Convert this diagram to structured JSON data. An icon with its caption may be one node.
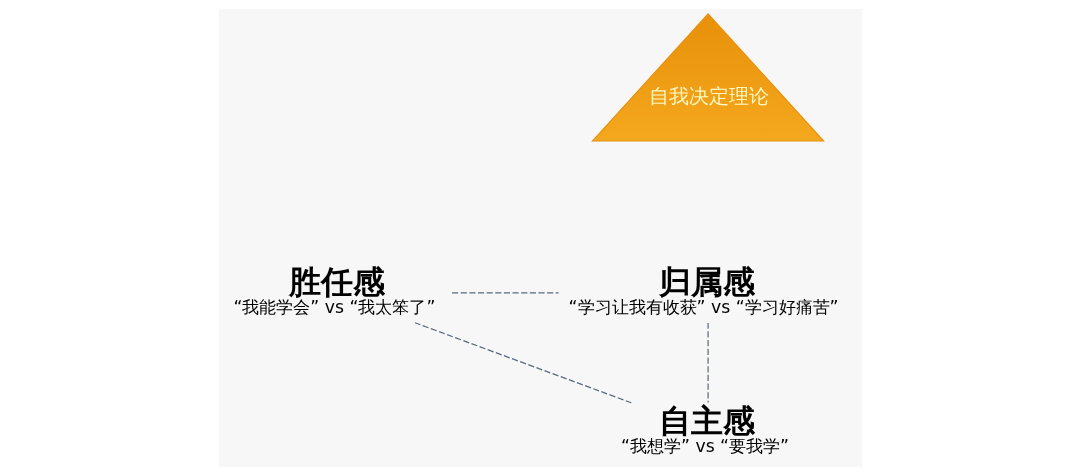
{
  "diagram": {
    "nodes": [
      {
        "text": [
          "自我决定理论"
        ]
      },
      {
        "text": [
          "自主感",
          "“我想学” vs “要我学”"
        ]
      },
      {
        "text": [
          "胜任感",
          "“我能学会” vs “我太笨了”"
        ]
      },
      {
        "text": [
          "归属感",
          "“学习让我有收获” vs “学习好痛苦”"
        ]
      }
    ],
    "edges": [
      {
        "from": 1,
        "to": 2,
        "arrow": "none",
        "style": "dashed"
      },
      {
        "from": 2,
        "to": 3,
        "arrow": "none",
        "style": "dashed"
      },
      {
        "from": 3,
        "to": 1,
        "arrow": "none",
        "style": "dashed"
      }
    ]
  }
}
